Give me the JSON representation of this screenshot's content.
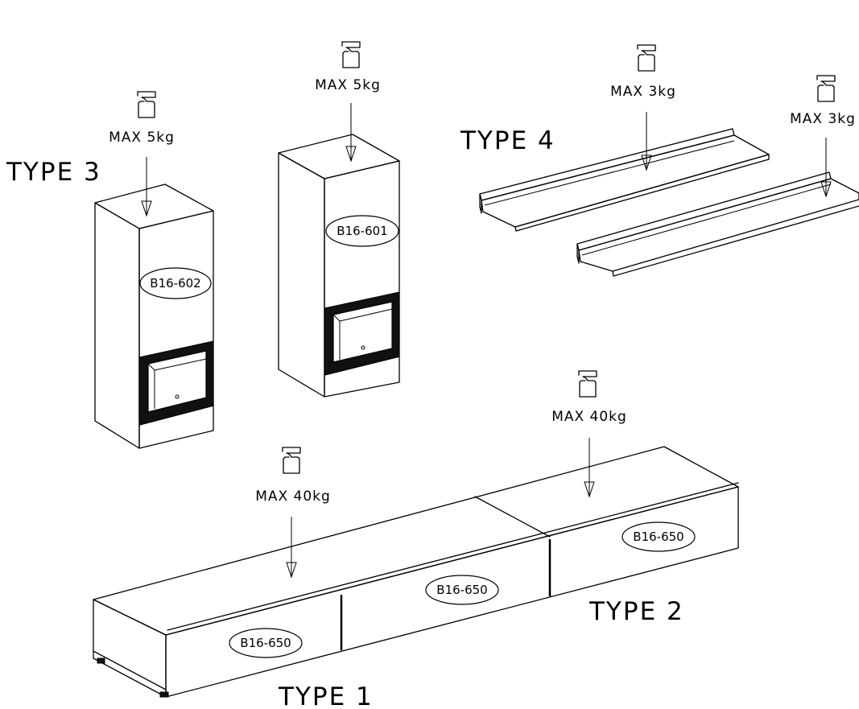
{
  "types": {
    "type1": "TYPE 1",
    "type2": "TYPE 2",
    "type3": "TYPE 3",
    "type4": "TYPE 4"
  },
  "load_labels": {
    "cab602": "MAX 5kg",
    "cab601": "MAX 5kg",
    "shelf_a": "MAX 3kg",
    "shelf_b": "MAX 3kg",
    "bench_left": "MAX 40kg",
    "bench_right": "MAX 40kg"
  },
  "part_codes": {
    "cab602": "B16-602",
    "cab601": "B16-601",
    "bench_left": "B16-650",
    "bench_mid": "B16-650",
    "bench_right": "B16-650"
  },
  "icons": {
    "weight": "weight-icon",
    "arrow": "load-arrow-icon"
  }
}
